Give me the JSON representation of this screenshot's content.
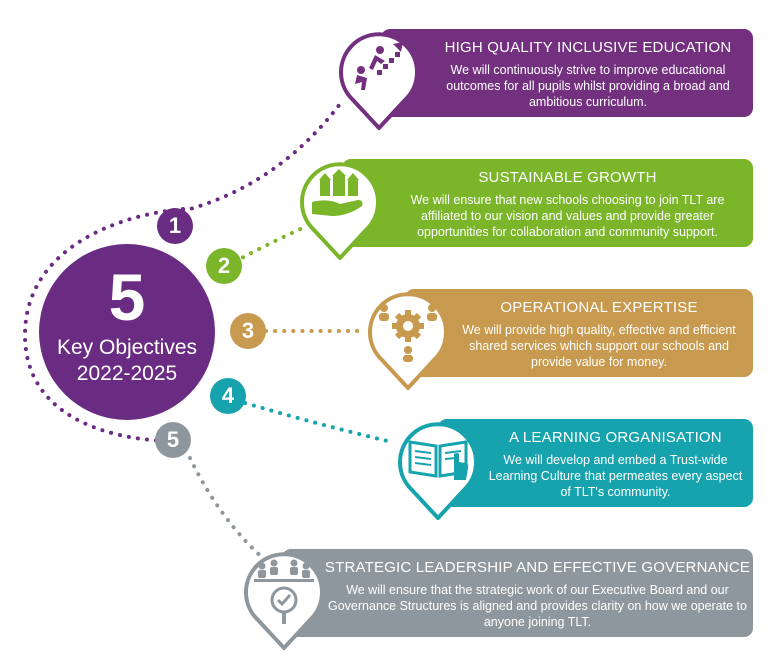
{
  "hub": {
    "number": "5",
    "title": "Key Objectives",
    "years": "2022-2025",
    "color": "#6a2c82"
  },
  "badges": [
    "1",
    "2",
    "3",
    "4",
    "5"
  ],
  "objectives": [
    {
      "title": "HIGH QUALITY INCLUSIVE EDUCATION",
      "description": "We will continuously strive to improve educational outcomes for all pupils whilst providing a broad and ambitious curriculum.",
      "color": "#72307f",
      "icon": "climbing-steps-icon"
    },
    {
      "title": "SUSTAINABLE GROWTH",
      "description": "We will ensure that new schools choosing to join TLT are affiliated to our vision and values and provide greater opportunities for collaboration and community support.",
      "color": "#7bb52a",
      "icon": "hand-buildings-icon"
    },
    {
      "title": "OPERATIONAL EXPERTISE",
      "description": "We will provide high quality, effective and efficient shared services which support our schools and provide value for money.",
      "color": "#c89a4f",
      "icon": "gear-people-icon"
    },
    {
      "title": "A LEARNING ORGANISATION",
      "description": "We will develop and embed a Trust-wide Learning Culture that permeates every aspect of TLT's community.",
      "color": "#17a3ae",
      "icon": "open-book-icon"
    },
    {
      "title": "STRATEGIC LEADERSHIP AND EFFECTIVE GOVERNANCE",
      "description": "We will ensure that the strategic work of our Executive Board and our Governance Structures is aligned and provides clarity on how we operate to anyone joining TLT.",
      "color": "#8e979d",
      "icon": "board-magnifier-icon"
    }
  ]
}
